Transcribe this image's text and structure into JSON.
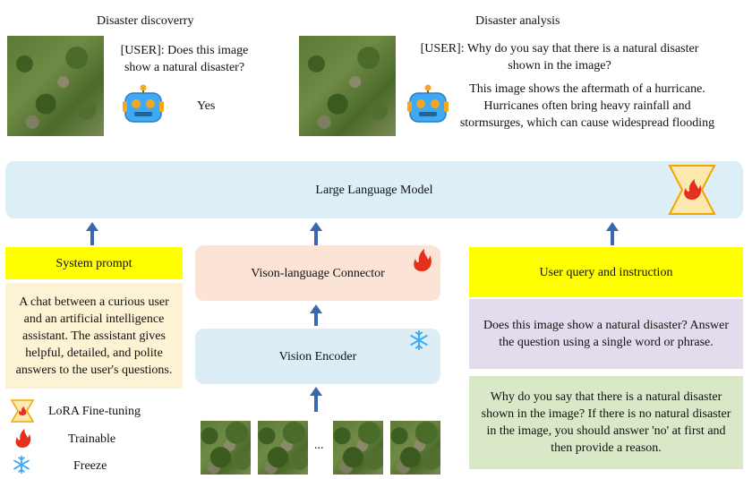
{
  "discovery": {
    "title": "Disaster discoverry",
    "question": "[USER]: Does this image show a natural disaster?",
    "answer": "Yes"
  },
  "analysis": {
    "title": "Disaster analysis",
    "question": "[USER]: Why do you say that there is a natural disaster shown in the image?",
    "answer": "This image shows the aftermath of a hurricane. Hurricanes often bring heavy rainfall and stormsurges, which can cause widespread flooding"
  },
  "llm": {
    "label": "Large Language Model"
  },
  "system_prompt": {
    "header": "System prompt",
    "body": "A chat between a curious user and an artificial intelligence assistant. The assistant gives helpful, detailed, and polite answers to the user's questions."
  },
  "connector": {
    "label": "Vison-language Connector"
  },
  "encoder": {
    "label": "Vision Encoder"
  },
  "user_query": {
    "header": "User query and instruction",
    "q1": "Does this image show a natural disaster? Answer the question using a single word or phrase.",
    "q2": "Why do you say that there is a natural disaster shown in the image? If there is no natural disaster in the image, you should answer 'no' at first and then provide a reason."
  },
  "legend": [
    {
      "icon": "lora-icon",
      "label": "LoRA Fine-tuning"
    },
    {
      "icon": "fire-icon",
      "label": "Trainable"
    },
    {
      "icon": "snowflake-icon",
      "label": "Freeze"
    }
  ],
  "image_strip": {
    "ellipsis": "..."
  },
  "colors": {
    "llm_bg": "#dceef6",
    "connector_bg": "#fbe3d6",
    "encoder_bg": "#dcedf5",
    "yellow": "#ffff00",
    "prompt_bg": "#fdf2d4",
    "q1_bg": "#e3dcec",
    "q2_bg": "#d9e8c6",
    "arrow": "#3b66b0",
    "fire": "#e6301c"
  }
}
